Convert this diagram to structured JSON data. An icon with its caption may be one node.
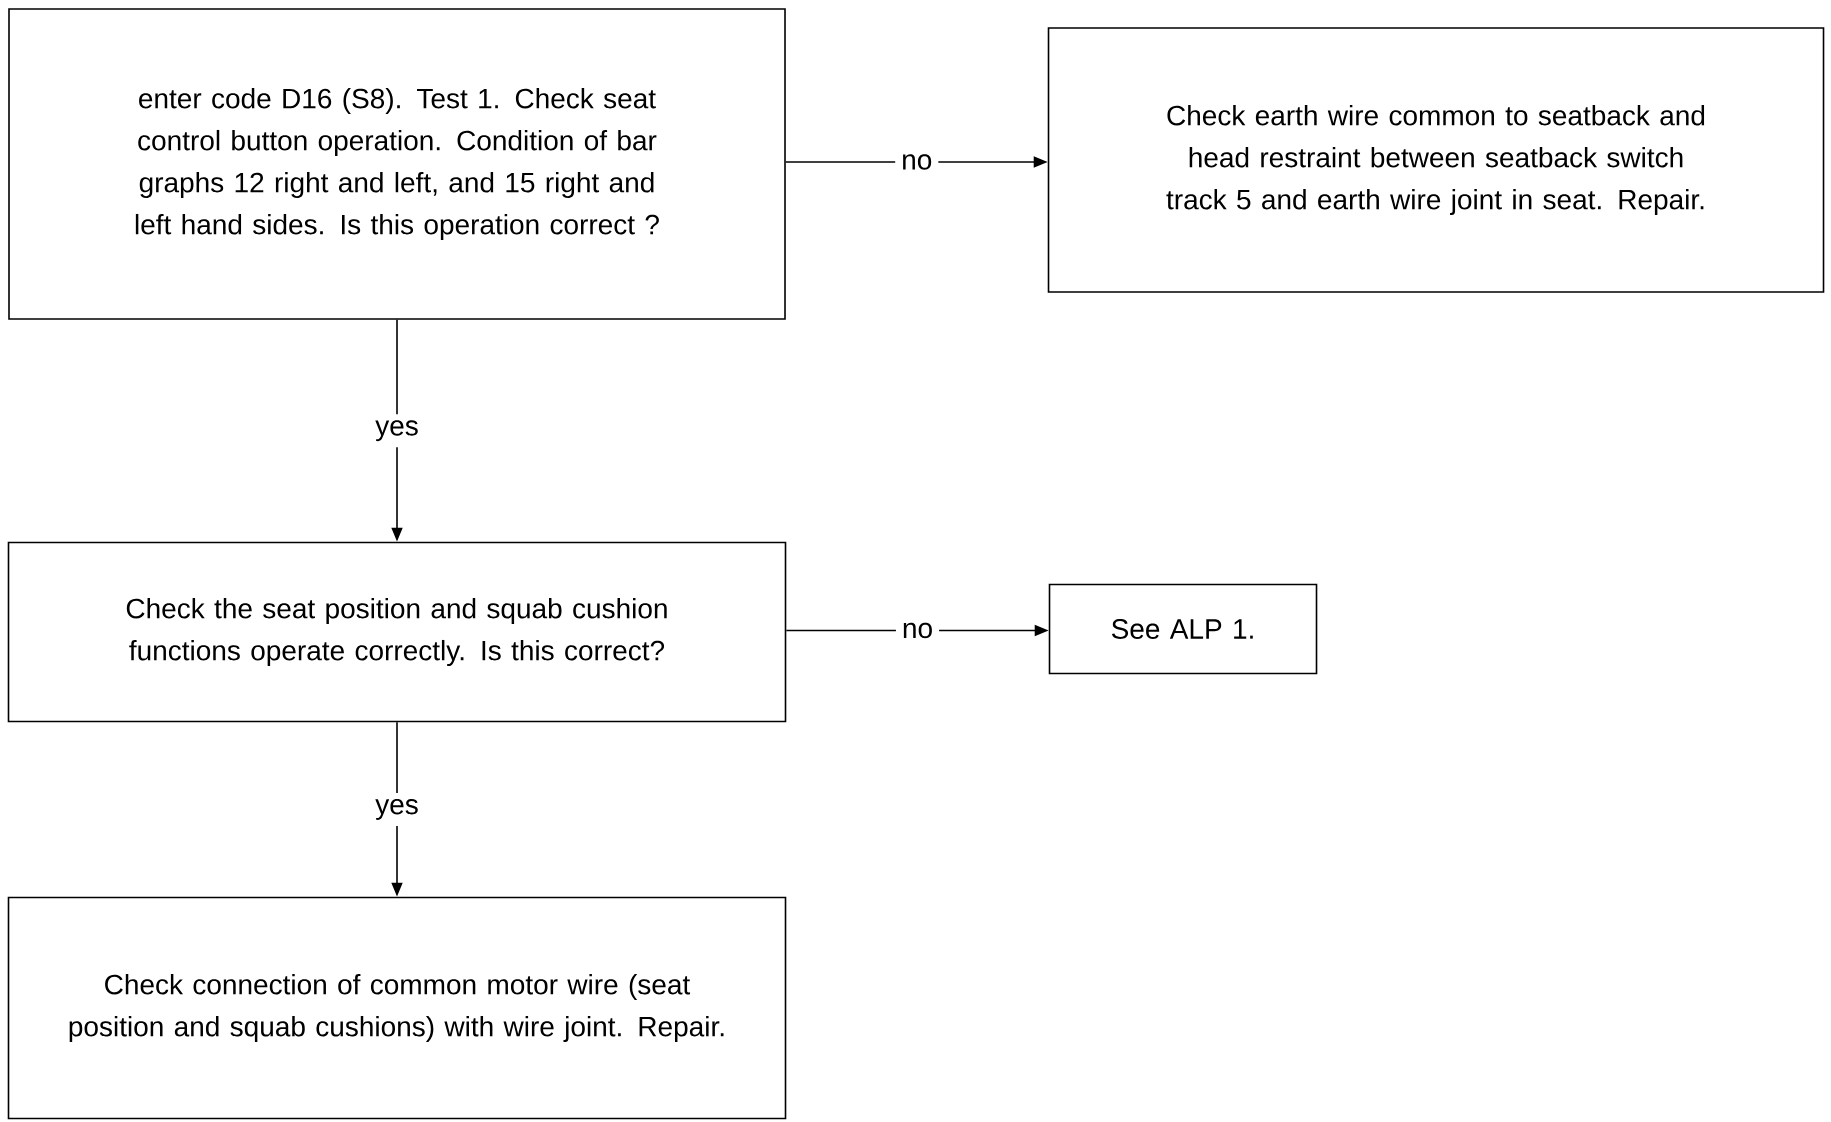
{
  "diagram": {
    "nodes": [
      {
        "text": [
          "enter code D16 (S8). Test 1. Check seat control button operation. Condition of bar graphs 12 right and left, and 15 right and left hand sides. Is this operation correct ?"
        ]
      },
      {
        "text": [
          "Check earth wire common to seatback and head restraint between seatback switch track 5 and earth wire joint in seat. Repair."
        ]
      },
      {
        "text": [
          "Check the seat position and squab cushion functions operate correctly. Is this correct?"
        ]
      },
      {
        "text": [
          "See ALP 1."
        ]
      },
      {
        "text": [
          "Check connection of common motor wire (seat position and squab cushions) with wire joint. Repair."
        ]
      }
    ],
    "edges": [
      {
        "from": 0,
        "to": 1,
        "arrow": "to",
        "label": "no"
      },
      {
        "from": 0,
        "to": 2,
        "arrow": "to",
        "label": "yes"
      },
      {
        "from": 2,
        "to": 3,
        "arrow": "to",
        "label": "no"
      },
      {
        "from": 2,
        "to": 4,
        "arrow": "to",
        "label": "yes"
      }
    ]
  }
}
